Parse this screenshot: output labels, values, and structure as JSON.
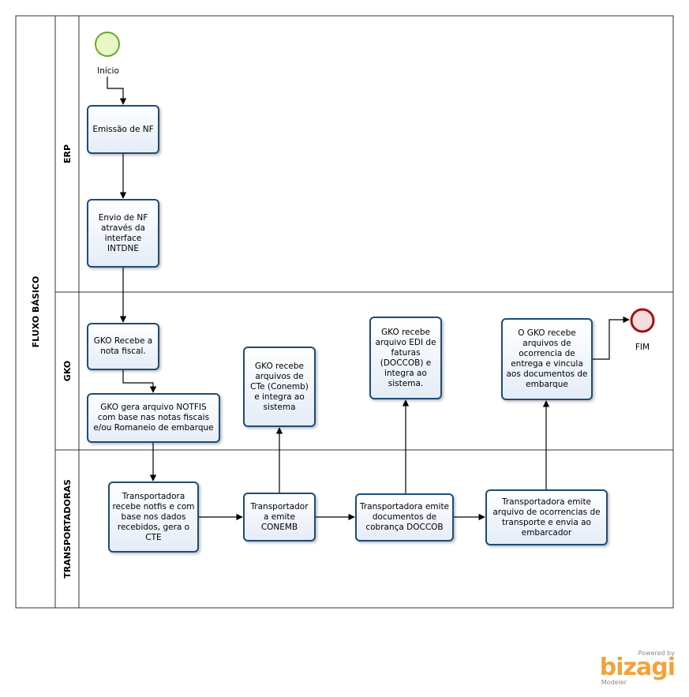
{
  "pool": {
    "title": "FLUXO BÁSICO"
  },
  "lanes": [
    {
      "id": "erp",
      "title": "ERP"
    },
    {
      "id": "gko",
      "title": "GKO"
    },
    {
      "id": "transp",
      "title": "TRANSPORTADORAS"
    }
  ],
  "events": {
    "start": {
      "label": "Início"
    },
    "end": {
      "label": "FIM"
    }
  },
  "tasks": {
    "emissao_nf": "Emissão de NF",
    "envio_nf": "Envio de NF\natravés da\ninterface\nINTDNE",
    "gko_recebe_nf": "GKO Recebe a\nnota fiscal.",
    "gko_gera_notfis": "GKO gera arquivo NOTFIS\ncom base nas notas fiscais\ne/ou Romaneio de embarque",
    "gko_recebe_cte": "GKO recebe\narquivos de\nCTe (Conemb)\ne integra ao\nsistema",
    "gko_recebe_edi": "GKO recebe\narquivo EDI de\nfaturas\n(DOCCOB) e\nintegra ao\nsistema.",
    "gko_recebe_ocorr": "O GKO recebe\narquivos de\nocorrencia de\nentrega e vincula\naos documentos de\nembarque",
    "transp_recebe": "Transportadora\nrecebe notfis e com\nbase nos dados\nrecebidos, gera o\nCTE",
    "transp_conemb": "Transportador\na emite\nCONEMB",
    "transp_doccob": "Transportadora emite\ndocumentos de\ncobrança DOCCOB",
    "transp_ocorr": "Transportadora emite\narquivo de ocorrencias de\ntransporte e envia ao\nembarcador"
  },
  "branding": {
    "powered": "Powered by",
    "brand": "bizagi",
    "product": "Modeler"
  },
  "colors": {
    "task_border": "#1f4e79",
    "start_fill": "#e9f7c5",
    "start_stroke": "#6aaa2a",
    "end_fill": "#f6dddd",
    "end_stroke": "#a0101a",
    "brand": "#f2a23a"
  }
}
